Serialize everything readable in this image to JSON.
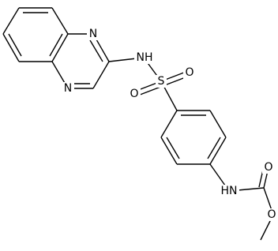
{
  "atoms": {
    "quinoxaline_n1": "N",
    "quinoxaline_n4": "N",
    "amine_nh": "NH",
    "sulfur": "S",
    "sulfonyl_o_top": "O",
    "sulfonyl_o_left": "O",
    "carbamate_nh": "HN",
    "carbonyl_o": "O",
    "ester_o": "O"
  },
  "colors": {
    "bond": "#000000",
    "label": "#000000",
    "background": "#ffffff"
  }
}
